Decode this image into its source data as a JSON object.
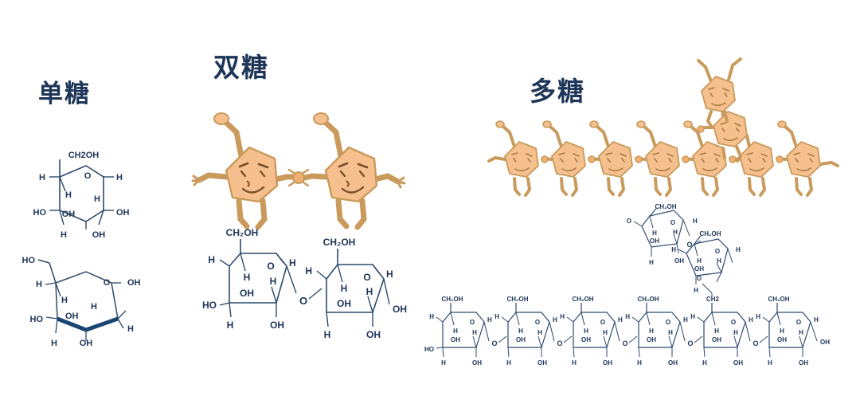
{
  "figure": {
    "title_visible": false,
    "background": "#ffffff",
    "accent_text_color": "#1d3557",
    "cartoon_fill": "#f5c08e",
    "cartoon_stroke": "#c99a5b",
    "bond_color": "#2d4a6b",
    "bold_bond_color": "#1b4571"
  },
  "sections": [
    {
      "id": "monosaccharide",
      "heading": "单糖",
      "heading_meaning": "monosaccharide",
      "structures": [
        {
          "id": "glucose-haworth-flat",
          "labels": [
            "CH2OH",
            "H",
            "O",
            "H",
            "H",
            "OH",
            "H",
            "HO",
            "OH",
            "H",
            "OH"
          ],
          "ring_label": "O",
          "top_label": "CH2OH"
        },
        {
          "id": "glucose-haworth-bold",
          "labels": [
            "HO",
            "H",
            "O",
            "OH",
            "H",
            "OH",
            "H",
            "HO",
            "H",
            "H",
            "OH"
          ],
          "ring_label": "O",
          "top_label": "HO",
          "bold_front_edge": true
        }
      ]
    },
    {
      "id": "disaccharide",
      "heading": "双糖",
      "heading_meaning": "disaccharide",
      "cartoon": {
        "count": 2,
        "description": "two hexagonal sugar characters holding hands",
        "faces": [
          "smiling",
          "smiling"
        ]
      },
      "structures": [
        {
          "id": "disaccharide-left-ring",
          "top_label": "CH2OH",
          "labels": [
            "CH2OH",
            "H",
            "O",
            "H",
            "H",
            "OH",
            "H",
            "HO",
            "H",
            "OH"
          ]
        },
        {
          "id": "glycosidic-oxygen",
          "label": "O"
        },
        {
          "id": "disaccharide-right-ring",
          "top_label": "CH2OH",
          "labels": [
            "CH2OH",
            "H",
            "O",
            "H",
            "H",
            "OH",
            "H",
            "OH",
            "H",
            "OH"
          ]
        }
      ]
    },
    {
      "id": "polysaccharide",
      "heading": "多糖",
      "heading_meaning": "polysaccharide",
      "cartoon": {
        "main_chain_count": 7,
        "branch_count": 2,
        "description": "branched chain of hexagonal sugar characters holding hands"
      },
      "structures": [
        {
          "id": "polysaccharide-main-chain",
          "ring_count": 7,
          "repeat_labels": [
            "CH2OH",
            "H",
            "O",
            "H",
            "H",
            "OH",
            "H",
            "OH"
          ],
          "terminal_left_label": "HO",
          "linkage_label": "O",
          "branch_ring_index": 6,
          "branch_ring_top_label": "CH2"
        },
        {
          "id": "polysaccharide-branch-chain",
          "ring_count": 2,
          "repeat_labels": [
            "CH2OH",
            "H",
            "O",
            "H",
            "OH",
            "H",
            "OH"
          ],
          "terminal_label": "O",
          "linkage_label": "O"
        }
      ]
    }
  ]
}
